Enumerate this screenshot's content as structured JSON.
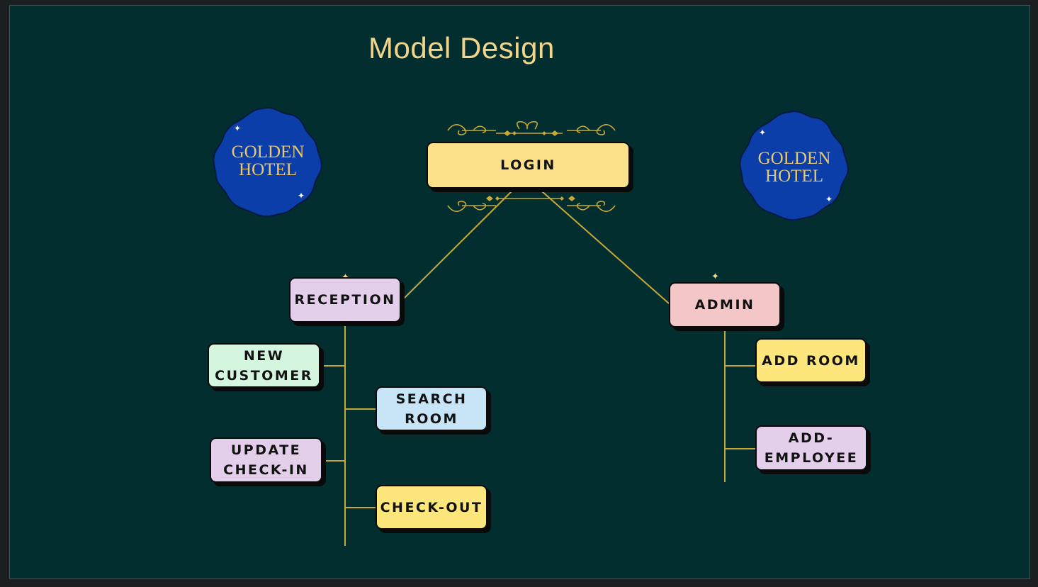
{
  "title": "Model Design",
  "badges": [
    {
      "line1": "GOLDEN",
      "line2": "HOTEL"
    },
    {
      "line1": "GOLDEN",
      "line2": "HOTEL"
    }
  ],
  "nodes": {
    "login": "LOGIN",
    "reception": "RECEPTION",
    "admin": "ADMIN",
    "new_customer": "NEW\nCUSTOMER",
    "search_room": "SEARCH\nROOM",
    "update_checkin": "UPDATE\nCHECK-IN",
    "check_out": "CHECK-OUT",
    "add_room": "ADD ROOM",
    "add_employee": "ADD-\nEMPLOYEE"
  },
  "colors": {
    "background": "#032e30",
    "title": "#f1d58a",
    "badge_fill": "#0b3ea8",
    "badge_text": "#e8c771",
    "connector": "#c7a937",
    "login": "#fde08a",
    "lavender": "#e3cfea",
    "pink": "#f3c7c7",
    "mint": "#d4f6de",
    "sky": "#c7e5f7",
    "yellow": "#fde77c"
  }
}
